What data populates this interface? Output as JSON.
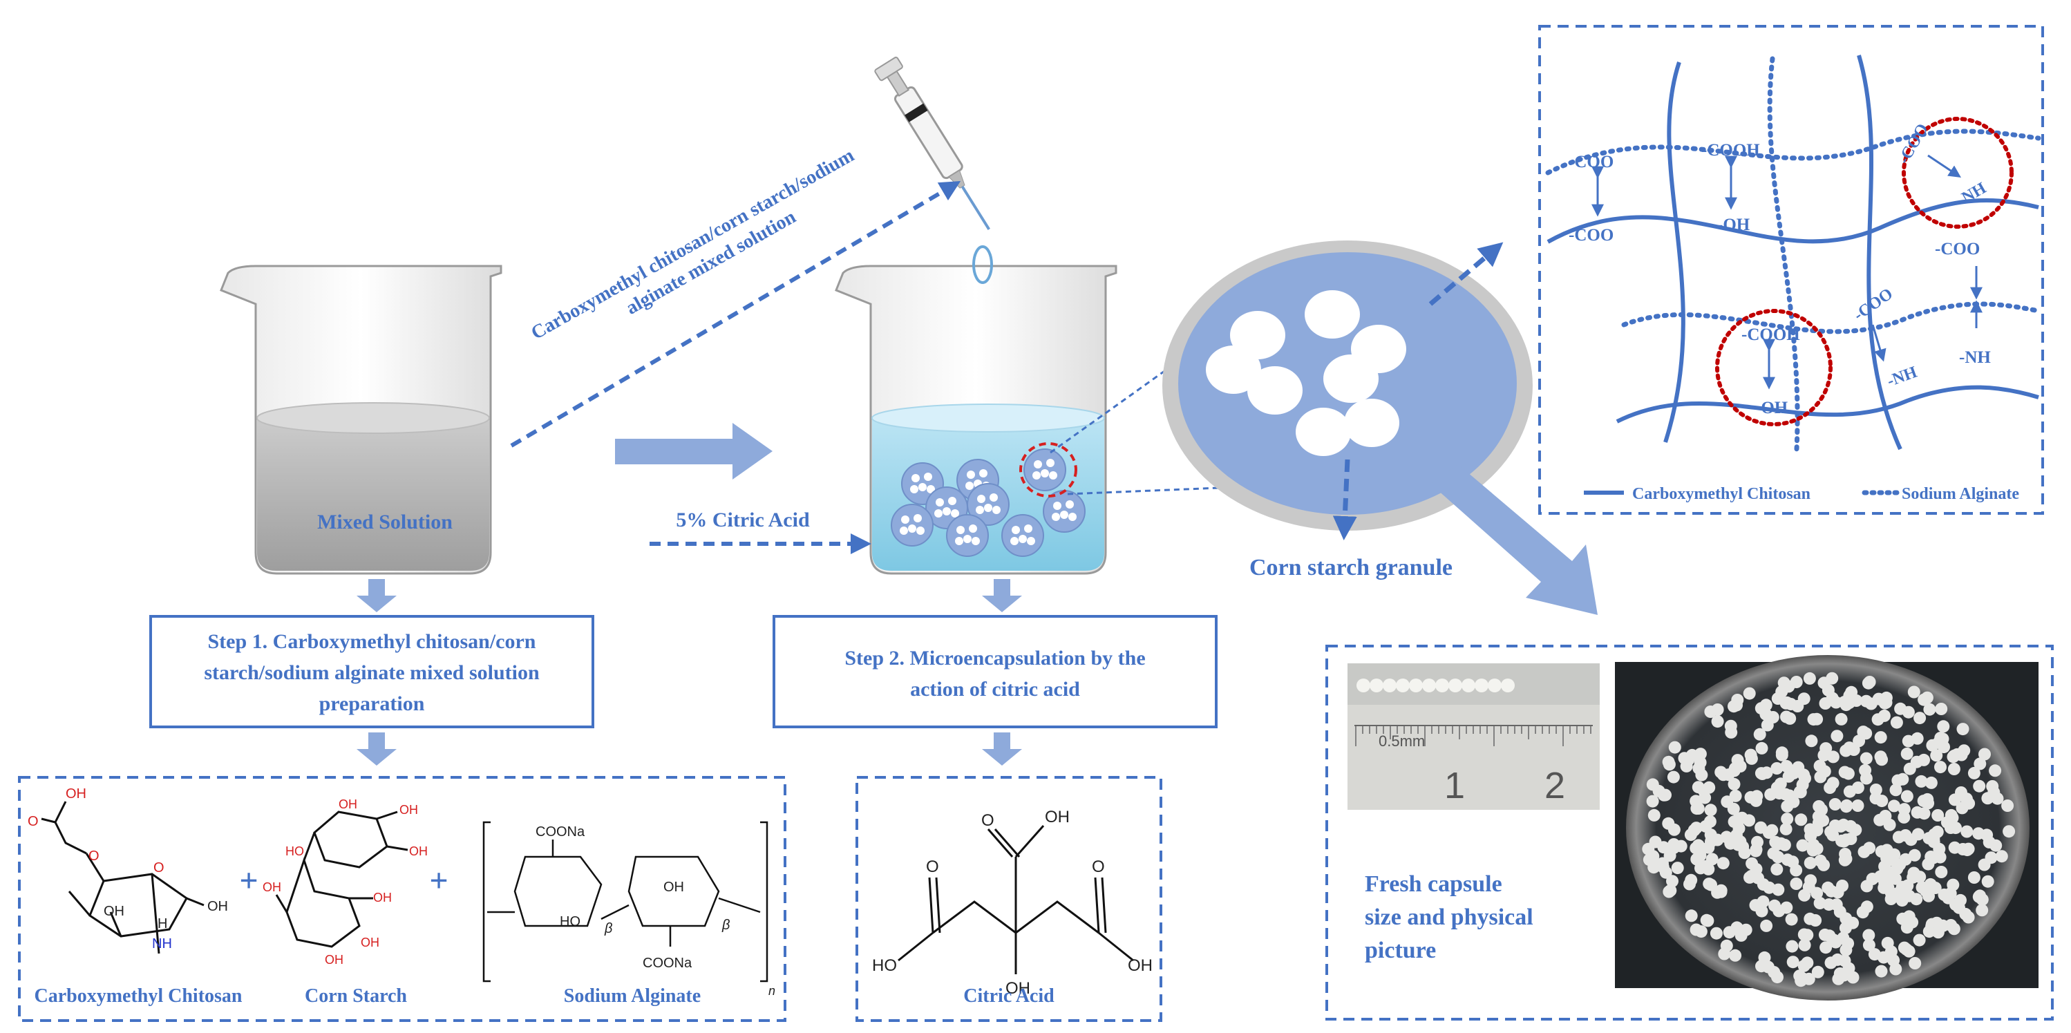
{
  "labels": {
    "mixed_solution": "Mixed Solution",
    "syringe_line1": "Carboxymethyl chitosan/corn starch/sodium",
    "syringe_line2": "alginate mixed solution",
    "citric_acid_5": "5% Citric Acid",
    "corn_starch_granule": "Corn starch granule"
  },
  "steps": {
    "step1_line1": "Step 1. Carboxymethyl chitosan/corn",
    "step1_line2": "starch/sodium alginate mixed solution",
    "step1_line3": "preparation",
    "step2_line1": "Step 2. Microencapsulation by the",
    "step2_line2": "action of citric acid"
  },
  "compounds": {
    "cmc": "Carboxymethyl Chitosan",
    "starch": "Corn Starch",
    "alginate": "Sodium Alginate",
    "citric": "Citric Acid",
    "plus": "+"
  },
  "network": {
    "coo_minus": "-COO",
    "cooh": "-COOH",
    "oh": "-OH",
    "nh3": "-NH",
    "legend_cmc": "Carboxymethyl Chitosan",
    "legend_sa": "Sodium Alginate"
  },
  "photo": {
    "caption_line1": "Fresh capsule",
    "caption_line2": "size and physical",
    "caption_line3": "picture",
    "ruler_unit": "0.5mm",
    "ruler_1": "1",
    "ruler_2": "2"
  },
  "chem_labels": {
    "oh": "OH",
    "o": "O",
    "ho": "HO",
    "nh2": "NH",
    "coona": "COONa",
    "h": "H",
    "beta": "β",
    "n": "n"
  },
  "colors": {
    "primary": "#4472c4",
    "arrow": "#8eaadb",
    "network_line": "#4472c4",
    "red_circle": "#c00000"
  }
}
